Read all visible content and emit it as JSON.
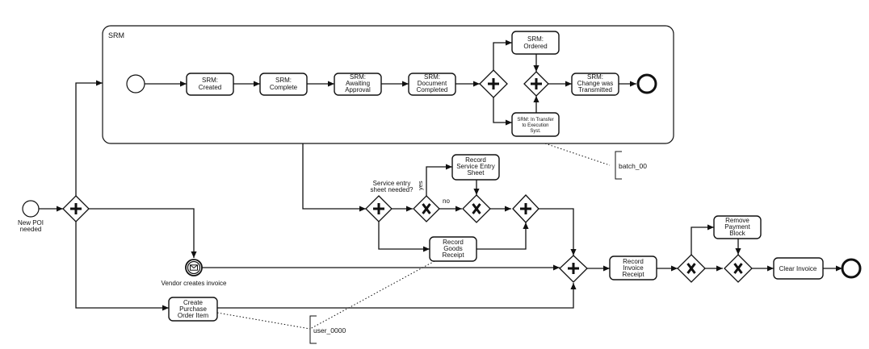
{
  "subprocess": {
    "label": "SRM"
  },
  "tasks": {
    "srm_created": [
      "SRM:",
      "Created"
    ],
    "srm_complete": [
      "SRM:",
      "Complete"
    ],
    "srm_awaiting": [
      "SRM:",
      "Awaiting",
      "Approval"
    ],
    "srm_document": [
      "SRM:",
      "Document",
      "Completed"
    ],
    "srm_ordered": [
      "SRM:",
      "Ordered"
    ],
    "srm_transfer": [
      "SRM: In Transfer",
      "to Execution",
      "Syst."
    ],
    "srm_change": [
      "SRM:",
      "Change was",
      "Transmitted"
    ],
    "record_ses": [
      "Record",
      "Service Entry",
      "Sheet"
    ],
    "record_gr": [
      "Record",
      "Goods",
      "Receipt"
    ],
    "create_po": [
      "Create",
      "Purchase",
      "Order Item"
    ],
    "record_invoice": [
      "Record",
      "Invoice",
      "Receipt"
    ],
    "remove_block": [
      "Remove",
      "Payment",
      "Block"
    ],
    "clear_invoice": [
      "Clear Invoice"
    ]
  },
  "events": {
    "start": [
      "New POI",
      "needed"
    ],
    "vendor": "Vendor creates invoice"
  },
  "labels": {
    "service_question": [
      "Service entry",
      "sheet needed?"
    ],
    "yes": "yes",
    "no": "no"
  },
  "annotations": {
    "batch": "batch_00",
    "user": "user_0000"
  }
}
